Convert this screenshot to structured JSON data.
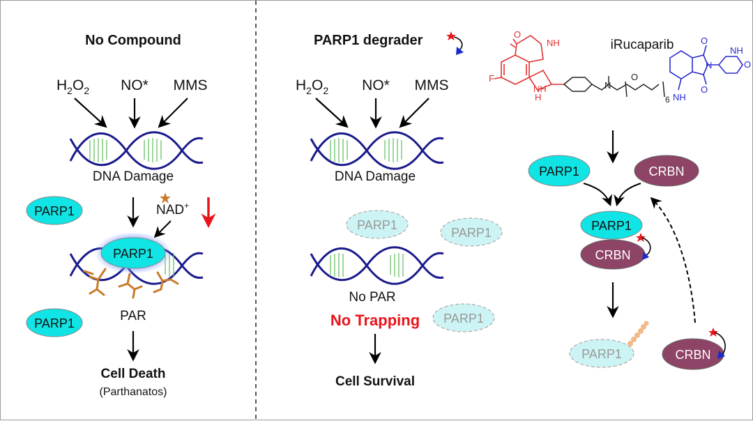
{
  "left": {
    "title": "No Compound",
    "agents": {
      "h2o2_main": "H",
      "h2o2_sub1": "2",
      "h2o2_mid": "O",
      "h2o2_sub2": "2",
      "no": "NO*",
      "mms": "MMS"
    },
    "dna_label": "DNA  Damage",
    "nad_main": "NAD",
    "nad_sup": "+",
    "parp1": "PARP1",
    "par": "PAR",
    "outcome": "Cell Death",
    "outcome_sub": "(Parthanatos)"
  },
  "middle": {
    "title": "PARP1 degrader",
    "agents": {
      "h2o2_main": "H",
      "h2o2_sub1": "2",
      "h2o2_mid": "O",
      "h2o2_sub2": "2",
      "no": "NO*",
      "mms": "MMS"
    },
    "dna_label": "DNA  Damage",
    "parp1": "PARP1",
    "no_par": "No PAR",
    "no_trapping": "No Trapping",
    "outcome": "Cell Survival"
  },
  "right": {
    "compound_name": "iRucaparib",
    "chem": {
      "o": "O",
      "nh": "NH",
      "h": "H",
      "f": "F",
      "n": "N",
      "six": "6"
    },
    "parp1": "PARP1",
    "crbn": "CRBN"
  },
  "colors": {
    "parp1_fill": "#10e4e4",
    "parp1_faded": "#cdf4f4",
    "crbn_fill": "#8e4466",
    "dna_blue": "#1a1a8c",
    "dna_green": "#5bbf5b",
    "par_brown": "#c87a2a",
    "red": "#e8141a",
    "chem_red": "#e03030",
    "chem_blue": "#2a2ad0"
  }
}
